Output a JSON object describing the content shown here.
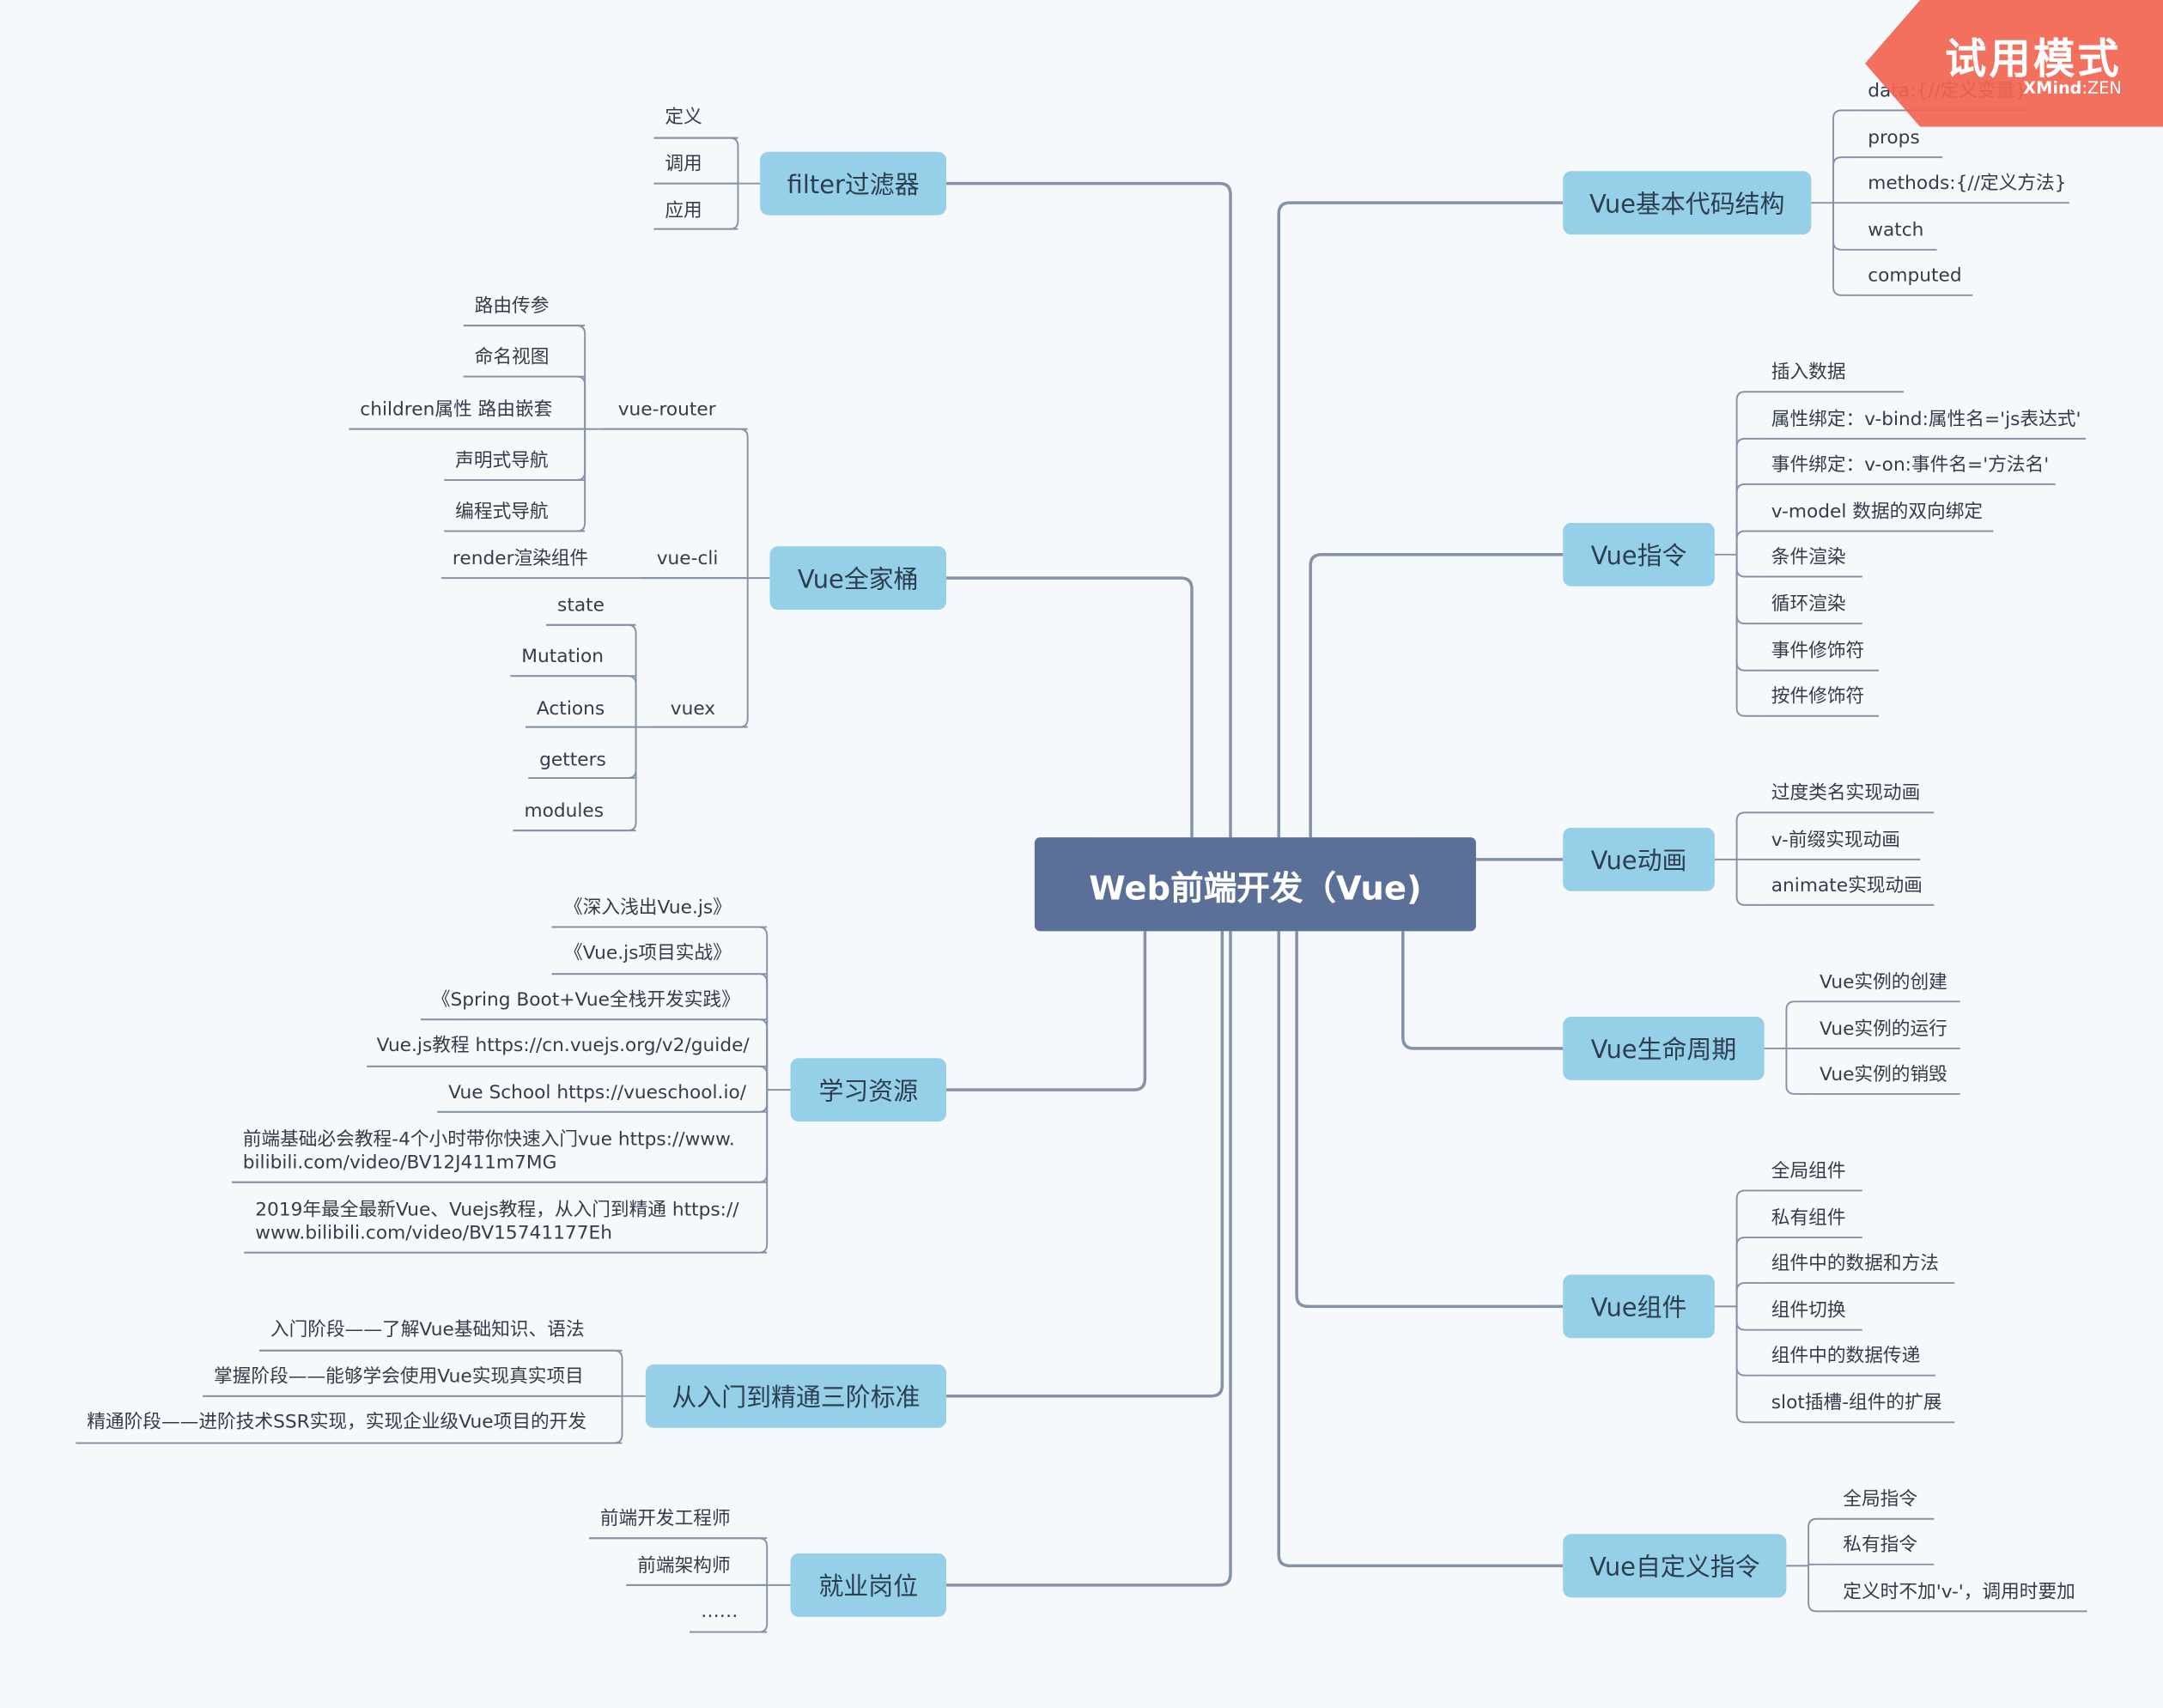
{
  "central": "Web前端开发（Vue)",
  "watermark": {
    "title": "试用模式",
    "brand_bold": "XMind",
    "brand_rest": ":ZEN"
  },
  "colors": {
    "background": "#f6f9fc",
    "central": "#5a7098",
    "topic": "#96d0e8",
    "line": "#8593a6",
    "badge": "#f26452"
  },
  "left": {
    "filter": {
      "label": "filter过滤器",
      "items": [
        "定义",
        "调用",
        "应用"
      ]
    },
    "family": {
      "label": "Vue全家桶",
      "router": {
        "label": "vue-router",
        "items": [
          "路由传参",
          "命名视图",
          "children属性 路由嵌套",
          "声明式导航",
          "编程式导航"
        ]
      },
      "cli": {
        "label": "vue-cli",
        "items": [
          "render渲染组件"
        ]
      },
      "vuex": {
        "label": "vuex",
        "items": [
          "state",
          "Mutation",
          "Actions",
          "getters",
          "modules"
        ]
      }
    },
    "resources": {
      "label": "学习资源",
      "items": [
        "《深入浅出Vue.js》",
        "《Vue.js项目实战》",
        "《Spring Boot+Vue全栈开发实践》",
        "Vue.js教程 https://cn.vuejs.org/v2/guide/",
        "Vue School https://vueschool.io/",
        "前端基础必会教程-4个小时带你快速入门vue https://www.\nbilibili.com/video/BV12J411m7MG",
        "2019年最全最新Vue、Vuejs教程，从入门到精通 https://\nwww.bilibili.com/video/BV15741177Eh"
      ]
    },
    "stages": {
      "label": "从入门到精通三阶标准",
      "items": [
        "入门阶段——了解Vue基础知识、语法",
        "掌握阶段——能够学会使用Vue实现真实项目",
        "精通阶段——进阶技术SSR实现，实现企业级Vue项目的开发"
      ]
    },
    "jobs": {
      "label": "就业岗位",
      "items": [
        "前端开发工程师",
        "前端架构师",
        "……"
      ]
    }
  },
  "right": {
    "basic": {
      "label": "Vue基本代码结构",
      "items": [
        "data:{//定义变量}",
        "props",
        "methods:{//定义方法}",
        "watch",
        "computed"
      ]
    },
    "directives": {
      "label": "Vue指令",
      "items": [
        "插入数据",
        "属性绑定：v-bind:属性名='js表达式'",
        "事件绑定：v-on:事件名='方法名'",
        "v-model 数据的双向绑定",
        "条件渲染",
        "循环渲染",
        "事件修饰符",
        "按件修饰符"
      ]
    },
    "animation": {
      "label": "Vue动画",
      "items": [
        "过度类名实现动画",
        "v-前缀实现动画",
        "animate实现动画"
      ]
    },
    "lifecycle": {
      "label": "Vue生命周期",
      "items": [
        "Vue实例的创建",
        "Vue实例的运行",
        "Vue实例的销毁"
      ]
    },
    "components": {
      "label": "Vue组件",
      "items": [
        "全局组件",
        "私有组件",
        "组件中的数据和方法",
        "组件切换",
        "组件中的数据传递",
        "slot插槽-组件的扩展"
      ]
    },
    "custom": {
      "label": "Vue自定义指令",
      "items": [
        "全局指令",
        "私有指令",
        "定义时不加'v-'，调用时要加"
      ]
    }
  }
}
